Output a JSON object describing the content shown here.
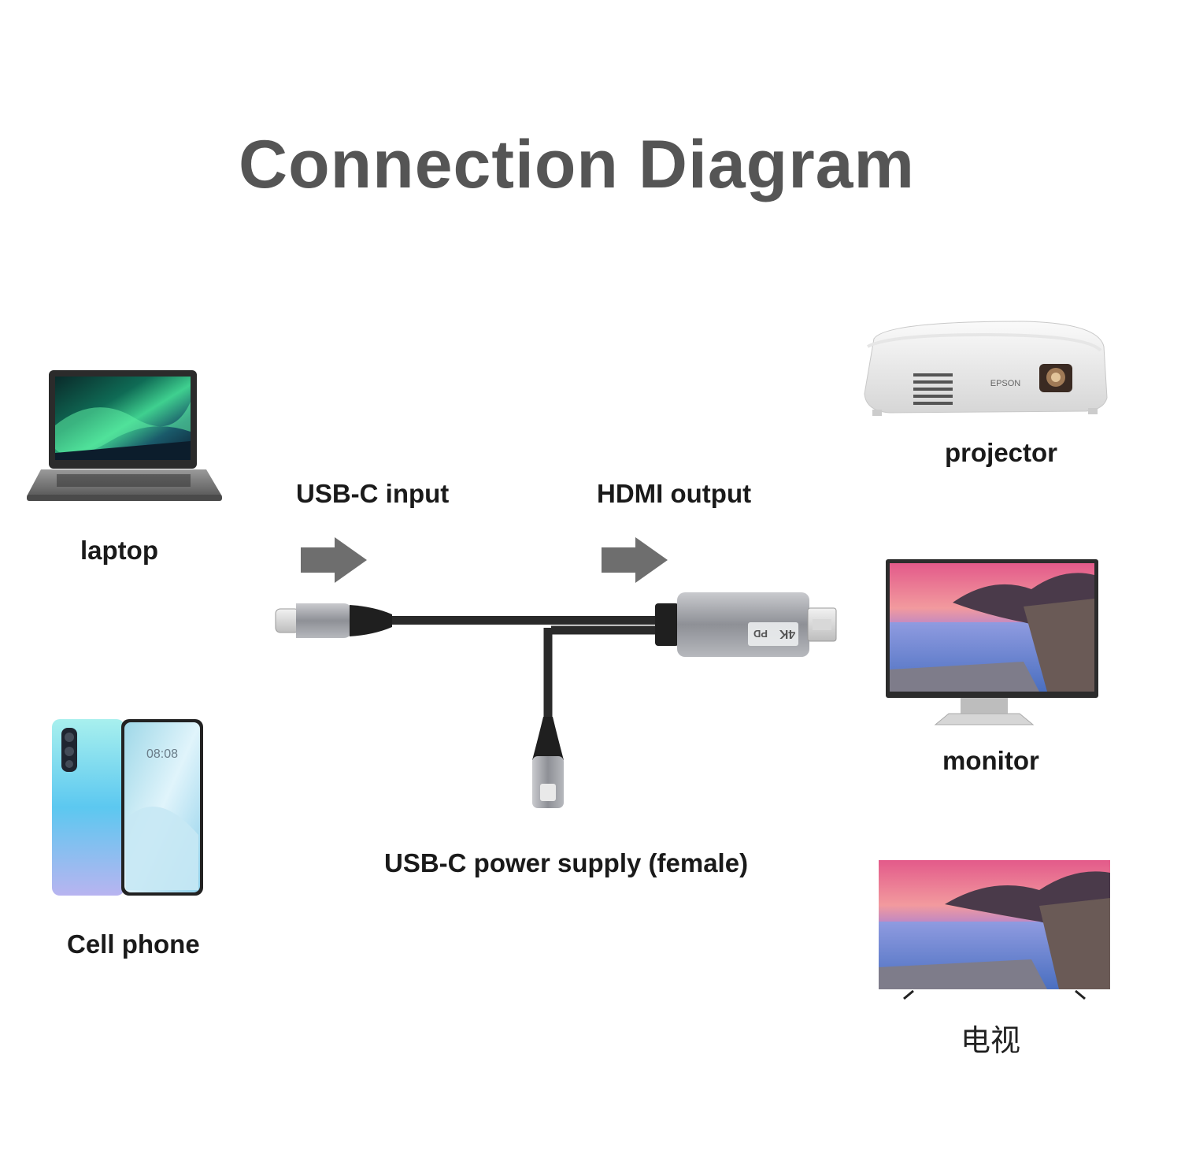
{
  "title": "Connection Diagram",
  "sources": {
    "laptop": "laptop",
    "cell_phone": "Cell phone"
  },
  "cable": {
    "input_label": "USB-C input",
    "output_label": "HDMI output",
    "power_label": "USB-C power supply (female)",
    "adapter_marking_main": "4K",
    "adapter_marking_sub": "PD"
  },
  "phone_screen_time": "08:08",
  "projector_brand": "EPSON",
  "displays": {
    "projector": "projector",
    "monitor": "monitor",
    "tv": "电视"
  },
  "colors": {
    "title": "#555555",
    "arrow": "#6e6e6e",
    "cable": "#2a2a2a",
    "adapter": "#9a9ba0"
  }
}
